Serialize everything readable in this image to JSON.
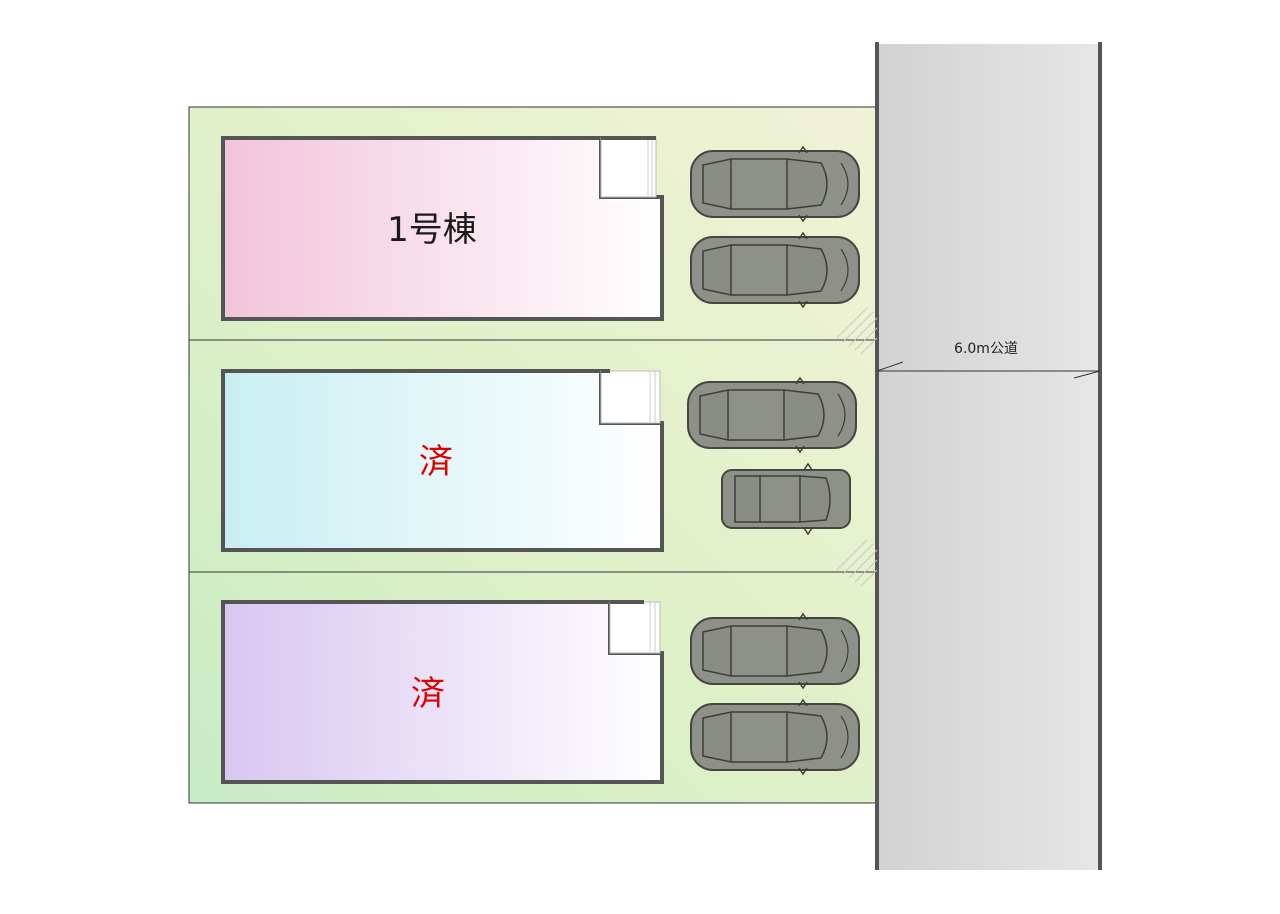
{
  "road": {
    "label": "6.0m公道"
  },
  "lots": [
    {
      "label": "1号棟",
      "label_color": "#1a1a1a",
      "house_color": "#f2c4da"
    },
    {
      "label": "済",
      "label_color": "#e00000",
      "house_color": "#c8eef2"
    },
    {
      "label": "済",
      "label_color": "#e00000",
      "house_color": "#d8c6f0"
    }
  ],
  "colors": {
    "lot_fill_light": "#eef5d8",
    "lot_fill_green": "#c8ecc4",
    "road_fill": "#dcdcdc",
    "wall": "#555555",
    "car_body": "#8e918a"
  }
}
